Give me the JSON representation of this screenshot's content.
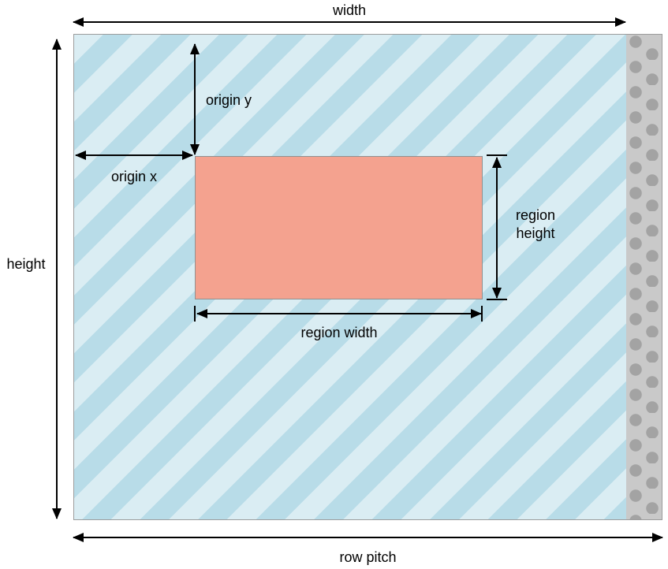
{
  "diagram": {
    "labels": {
      "width": "width",
      "height": "height",
      "row_pitch": "row pitch",
      "origin_x": "origin x",
      "origin_y": "origin y",
      "region_width": "region width",
      "region_height": "region height"
    },
    "colors": {
      "stripe-light": "#daedf3",
      "stripe-dark": "#b8dce8",
      "region-fill": "#f4a28f",
      "region-border": "#909090",
      "padding-bg": "#c9c9c9",
      "padding-dot": "#a3a3a3",
      "arrow": "#000000"
    }
  }
}
